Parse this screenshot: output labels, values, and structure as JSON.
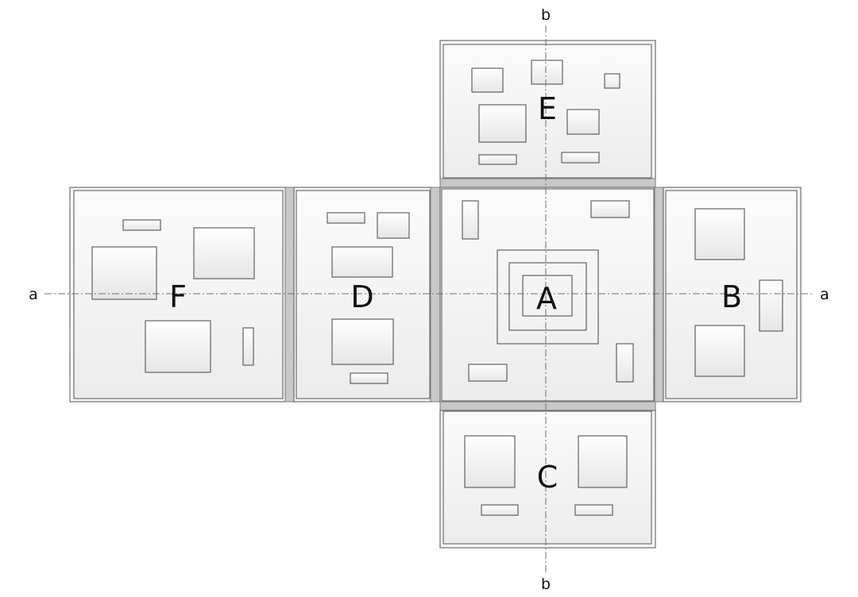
{
  "diagram": {
    "panels": {
      "a": "A",
      "b": "B",
      "c": "C",
      "d": "D",
      "e": "E",
      "f": "F"
    },
    "axes": {
      "horizontal_left": "a",
      "horizontal_right": "a",
      "vertical_top": "b",
      "vertical_bottom": "b"
    }
  }
}
